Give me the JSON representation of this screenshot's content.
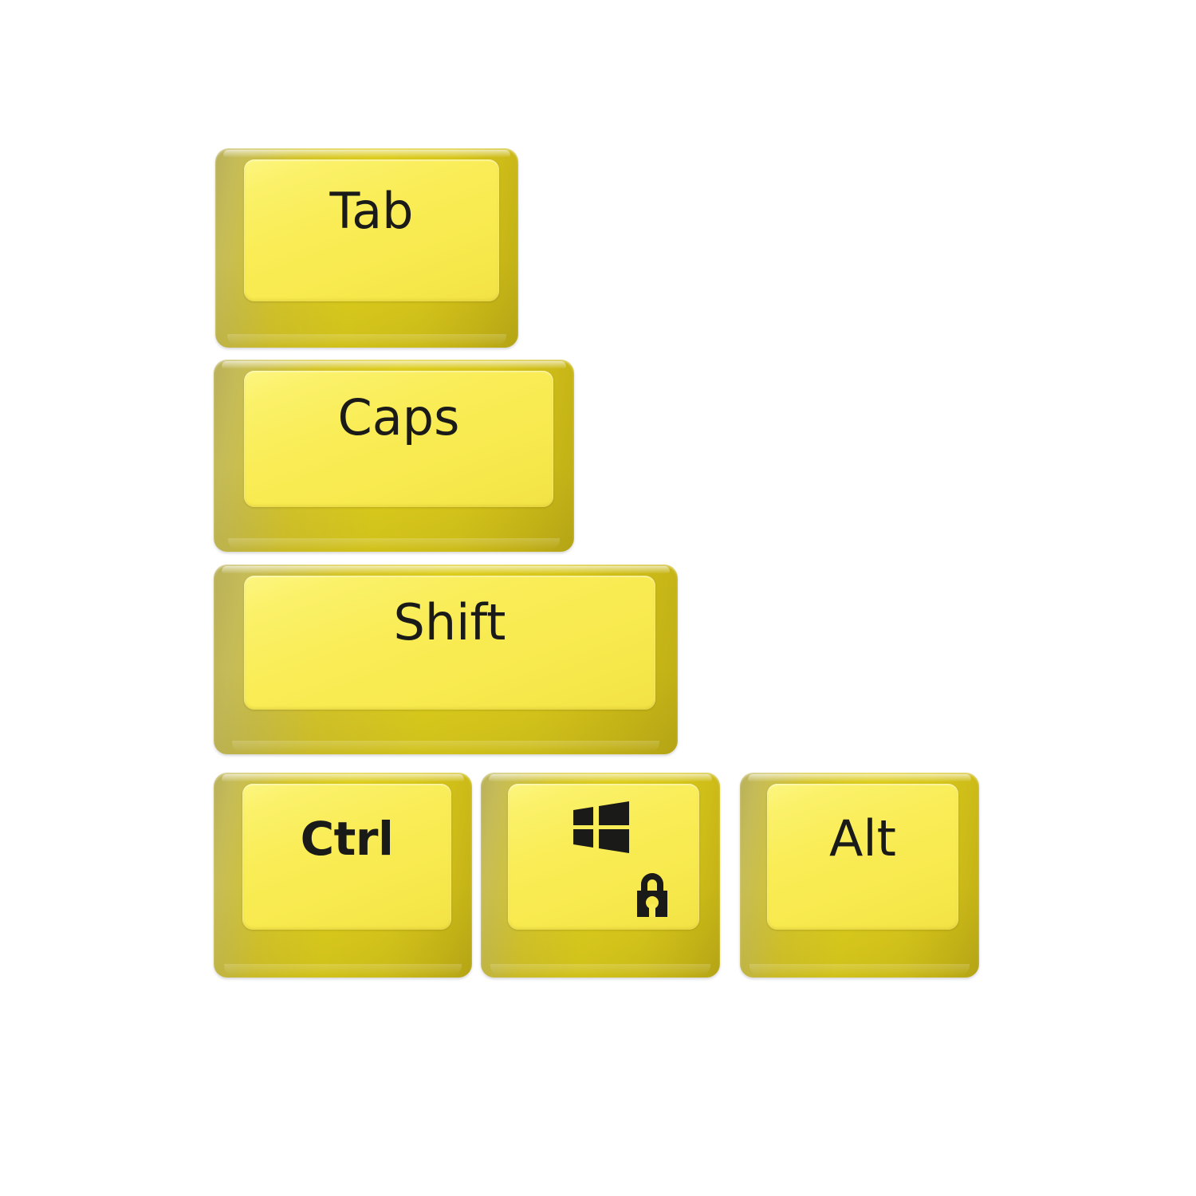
{
  "scene": {
    "title": "Keyboard modifier keycaps",
    "background_color": "#ffffff",
    "key_count": 6
  },
  "palette": {
    "key_face": "#f9ec55",
    "key_face_highlight": "#fdf680",
    "bezel_left_olive": "#c5bc5a",
    "bezel_right_gold": "#d0be1a",
    "bezel_bottom_dark_gold": "#c9bc0e",
    "legend_text": "#1a1a18",
    "background": "#ffffff"
  },
  "keys": [
    {
      "id": "tab",
      "label": "Tab",
      "row": 1,
      "glyphs": [],
      "width_units": "1.5u",
      "legend_align": "center"
    },
    {
      "id": "caps",
      "label": "Caps",
      "row": 2,
      "glyphs": [],
      "width_units": "1.75u",
      "legend_align": "center"
    },
    {
      "id": "shift",
      "label": "Shift",
      "row": 3,
      "glyphs": [],
      "width_units": "2.25u",
      "legend_align": "center"
    },
    {
      "id": "ctrl",
      "label": "Ctrl",
      "row": 4,
      "glyphs": [],
      "width_units": "1.25u",
      "legend_align": "center",
      "legend_weight": "bold"
    },
    {
      "id": "win",
      "label": "",
      "row": 4,
      "glyphs": [
        "windows-logo-icon",
        "lock-icon"
      ],
      "width_units": "1.25u",
      "legend_align": "center"
    },
    {
      "id": "alt",
      "label": "Alt",
      "row": 4,
      "glyphs": [],
      "width_units": "1.25u",
      "legend_align": "center"
    }
  ]
}
